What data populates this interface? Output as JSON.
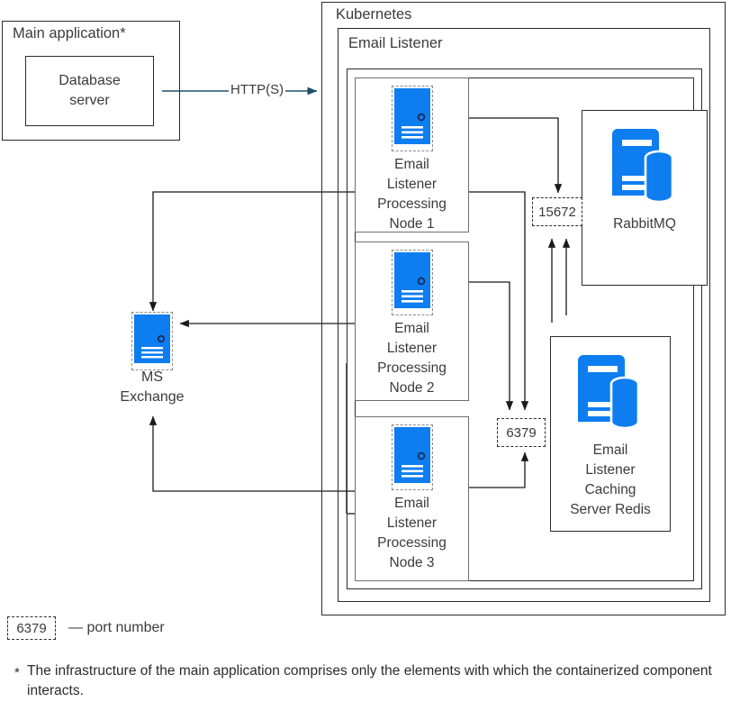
{
  "diagram": {
    "title_groups": {
      "main_application": "Main application*",
      "kubernetes": "Kubernetes",
      "email_listener": "Email Listener"
    },
    "database_server": {
      "label": "Database\nserver"
    },
    "nodes": [
      {
        "id": "node-1",
        "label": "Email\nListener\nProcessing\nNode 1",
        "icon": "server-icon"
      },
      {
        "id": "node-2",
        "label": "Email\nListener\nProcessing\nNode 2",
        "icon": "server-icon"
      },
      {
        "id": "node-3",
        "label": "Email\nListener\nProcessing\nNode 3",
        "icon": "server-icon"
      }
    ],
    "services": [
      {
        "id": "rabbitmq",
        "label": "RabbitMQ",
        "icon": "server-database-icon"
      },
      {
        "id": "redis",
        "label": "Email\nListener\nCaching\nServer Redis",
        "icon": "server-database-icon"
      }
    ],
    "external": {
      "ms_exchange": {
        "label": "MS\nExchange",
        "icon": "server-icon"
      }
    },
    "ports": [
      {
        "id": "port-15672",
        "value": "15672"
      },
      {
        "id": "port-6379",
        "value": "6379"
      }
    ],
    "edges": [
      {
        "id": "edge-https",
        "label": "HTTP(S)"
      }
    ],
    "legend": {
      "chip_value": "6379",
      "chip_description": "— port number",
      "footnote_marker": "*",
      "footnote_text": "The infrastructure of the main application comprises only the elements with which the containerized component interacts."
    },
    "colors": {
      "icon_blue": "#0d7df0",
      "stroke": "#2b2b2b",
      "arrow_blue": "#1f4e66",
      "node_stroke": "#6e6e6e",
      "text": "#3b3b3b"
    }
  }
}
